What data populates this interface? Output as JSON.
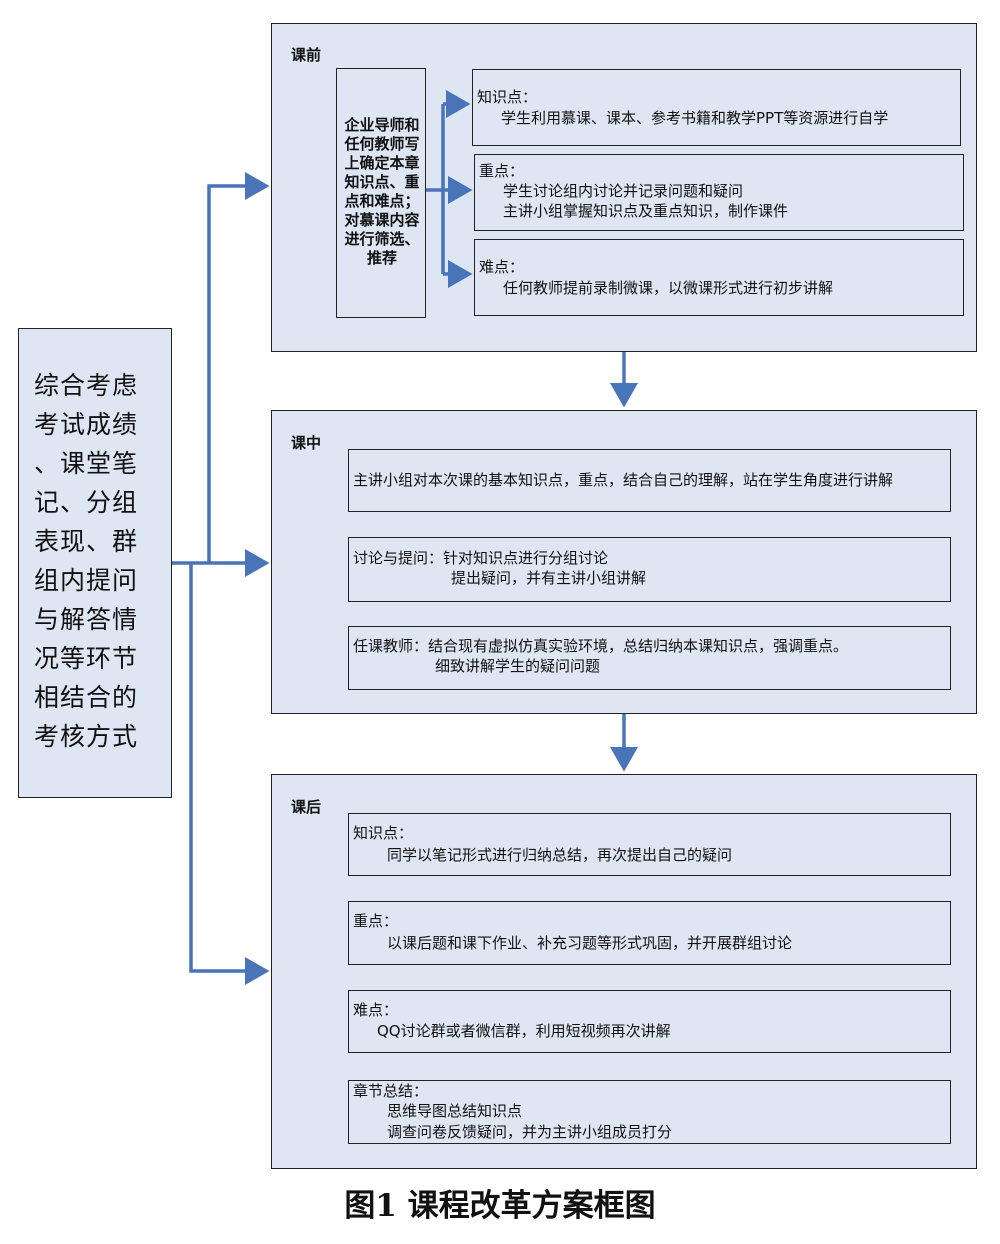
{
  "assessment": {
    "lines": [
      "综合考虑",
      "考试成绩",
      "、课堂笔",
      "记、分组",
      "表现、群",
      "组内提问",
      "与解答情",
      "况等环节",
      "相结合的",
      "考核方式"
    ]
  },
  "before": {
    "title": "课前",
    "teacher_lines": [
      "企业导师和",
      "任何教师写",
      "上确定本章",
      "知识点、重",
      "点和难点；",
      "对慕课内容",
      "进行筛选、",
      "推荐"
    ],
    "knowledge": {
      "label": "知识点：",
      "lines": [
        "学生利用慕课、课本、参考书籍和教学PPT等资源进行自学"
      ]
    },
    "key": {
      "label": "重点：",
      "lines": [
        "学生讨论组内讨论并记录问题和疑问",
        "主讲小组掌握知识点及重点知识，制作课件"
      ]
    },
    "difficult": {
      "label": "难点：",
      "lines": [
        "任何教师提前录制微课，以微课形式进行初步讲解"
      ]
    }
  },
  "during": {
    "title": "课中",
    "item1": "主讲小组对本次课的基本知识点，重点，结合自己的理解，站在学生角度进行讲解",
    "item2": {
      "line1": "讨论与提问：针对知识点进行分组讨论",
      "line2": "提出疑问，并有主讲小组讲解"
    },
    "item3": {
      "line1": "任课教师：结合现有虚拟仿真实验环境，总结归纳本课知识点，强调重点。",
      "line2": "细致讲解学生的疑问问题"
    }
  },
  "after": {
    "title": "课后",
    "knowledge": {
      "label": "知识点：",
      "lines": [
        "同学以笔记形式进行归纳总结，再次提出自己的疑问"
      ]
    },
    "key": {
      "label": "重点：",
      "lines": [
        "以课后题和课下作业、补充习题等形式巩固，并开展群组讨论"
      ]
    },
    "difficult": {
      "label": "难点：",
      "lines": [
        "QQ讨论群或者微信群，利用短视频再次讲解"
      ]
    },
    "summary": {
      "label": "章节总结：",
      "lines": [
        "思维导图总结知识点",
        "调查问卷反馈疑问，并为主讲小组成员打分"
      ]
    }
  },
  "caption": "图1   课程改革方案框图",
  "colors": {
    "box_fill": "#dde6f2",
    "arrow": "#4a74b8",
    "border": "#222222"
  }
}
